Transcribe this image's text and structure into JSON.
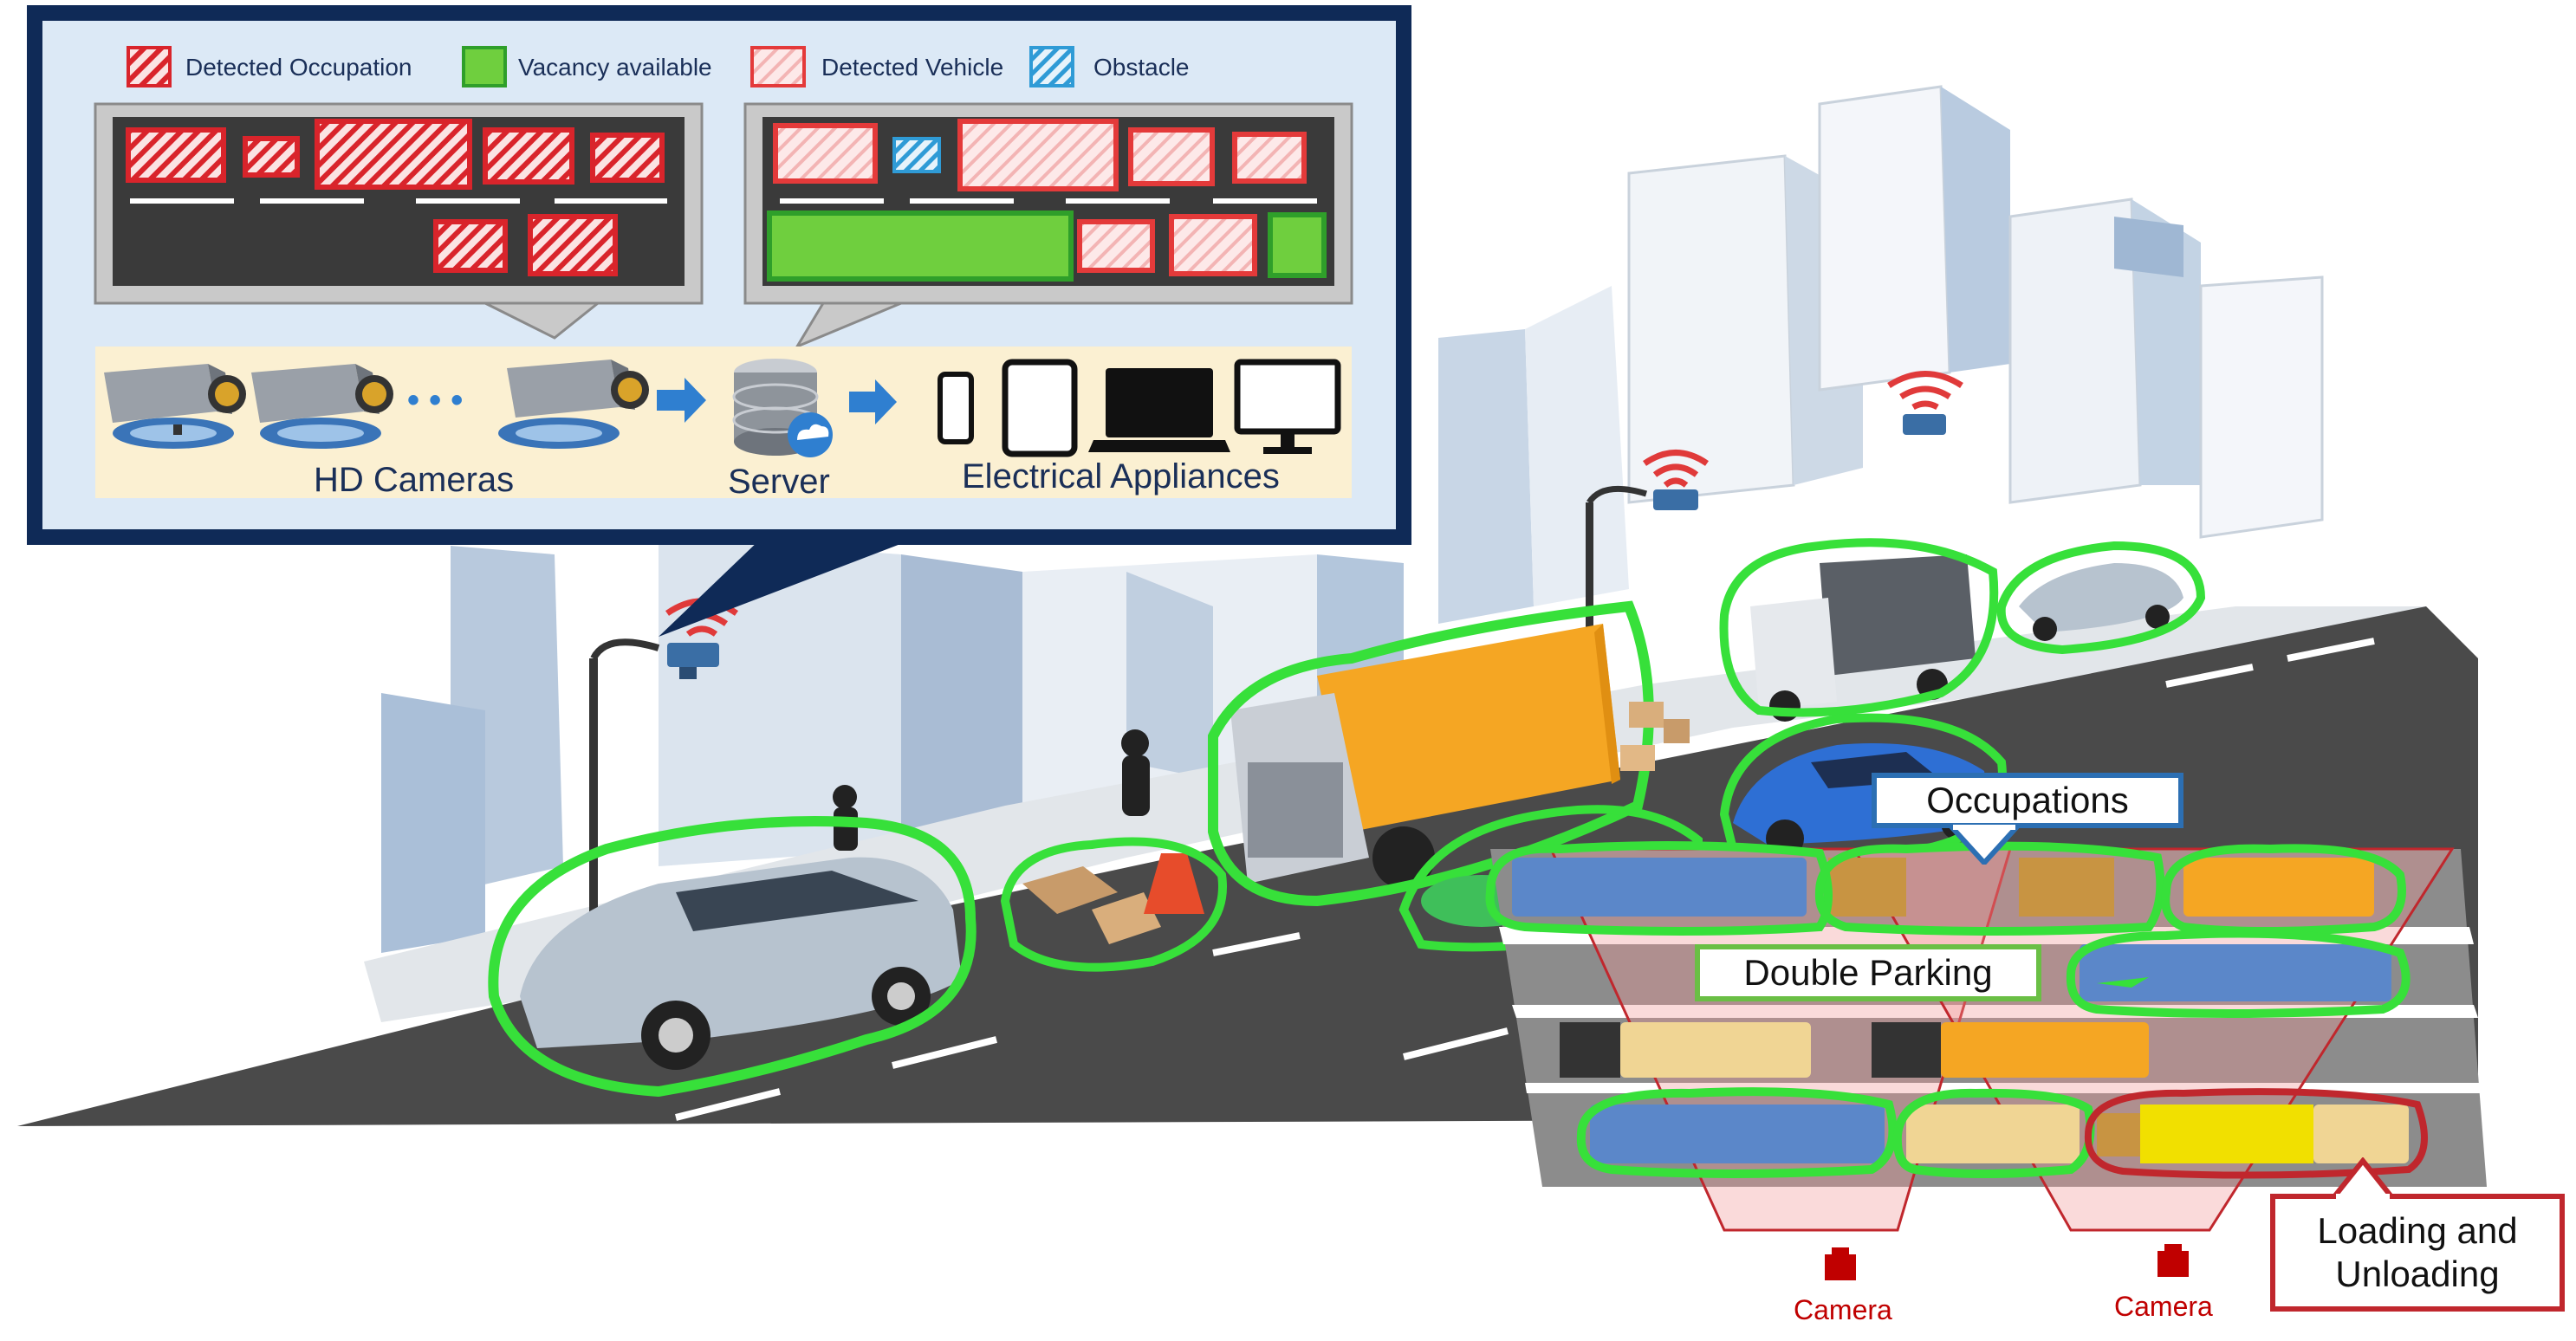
{
  "legend": {
    "items": [
      {
        "label": "Detected Occupation",
        "swatch": "hatch-red"
      },
      {
        "label": "Vacancy available",
        "swatch": "green"
      },
      {
        "label": "Detected Vehicle",
        "swatch": "pink"
      },
      {
        "label": "Obstacle",
        "swatch": "hatch-blue"
      }
    ]
  },
  "system": {
    "cameras_label": "HD Cameras",
    "ellipsis": "• • •",
    "server_label": "Server",
    "appliances_label": "Electrical Appliances"
  },
  "callouts": {
    "occupations": "Occupations",
    "double_parking": "Double Parking",
    "loading_line1": "Loading and",
    "loading_line2": "Unloading"
  },
  "cameras": {
    "label_left": "Camera",
    "label_right": "Camera"
  },
  "colors": {
    "panel_border": "#0f2a57",
    "panel_bg": "#dce9f6",
    "occupied_red": "#d9242b",
    "vacancy_green": "#6fcf3e",
    "outline_green": "#37e03a",
    "obstacle_blue": "#2f9bd6",
    "road": "#4a4a4a",
    "truck_orange": "#f5a623",
    "callout_blue": "#2c6fb3",
    "callout_green": "#6abf45",
    "callout_red": "#c0272d"
  },
  "icons": [
    "cctv-camera-icon",
    "database-server-icon",
    "cloud-icon",
    "arrow-right-icon",
    "smartphone-icon",
    "tablet-icon",
    "laptop-icon",
    "monitor-icon",
    "wifi-signal-icon",
    "street-lamp-icon",
    "camera-marker-icon"
  ]
}
